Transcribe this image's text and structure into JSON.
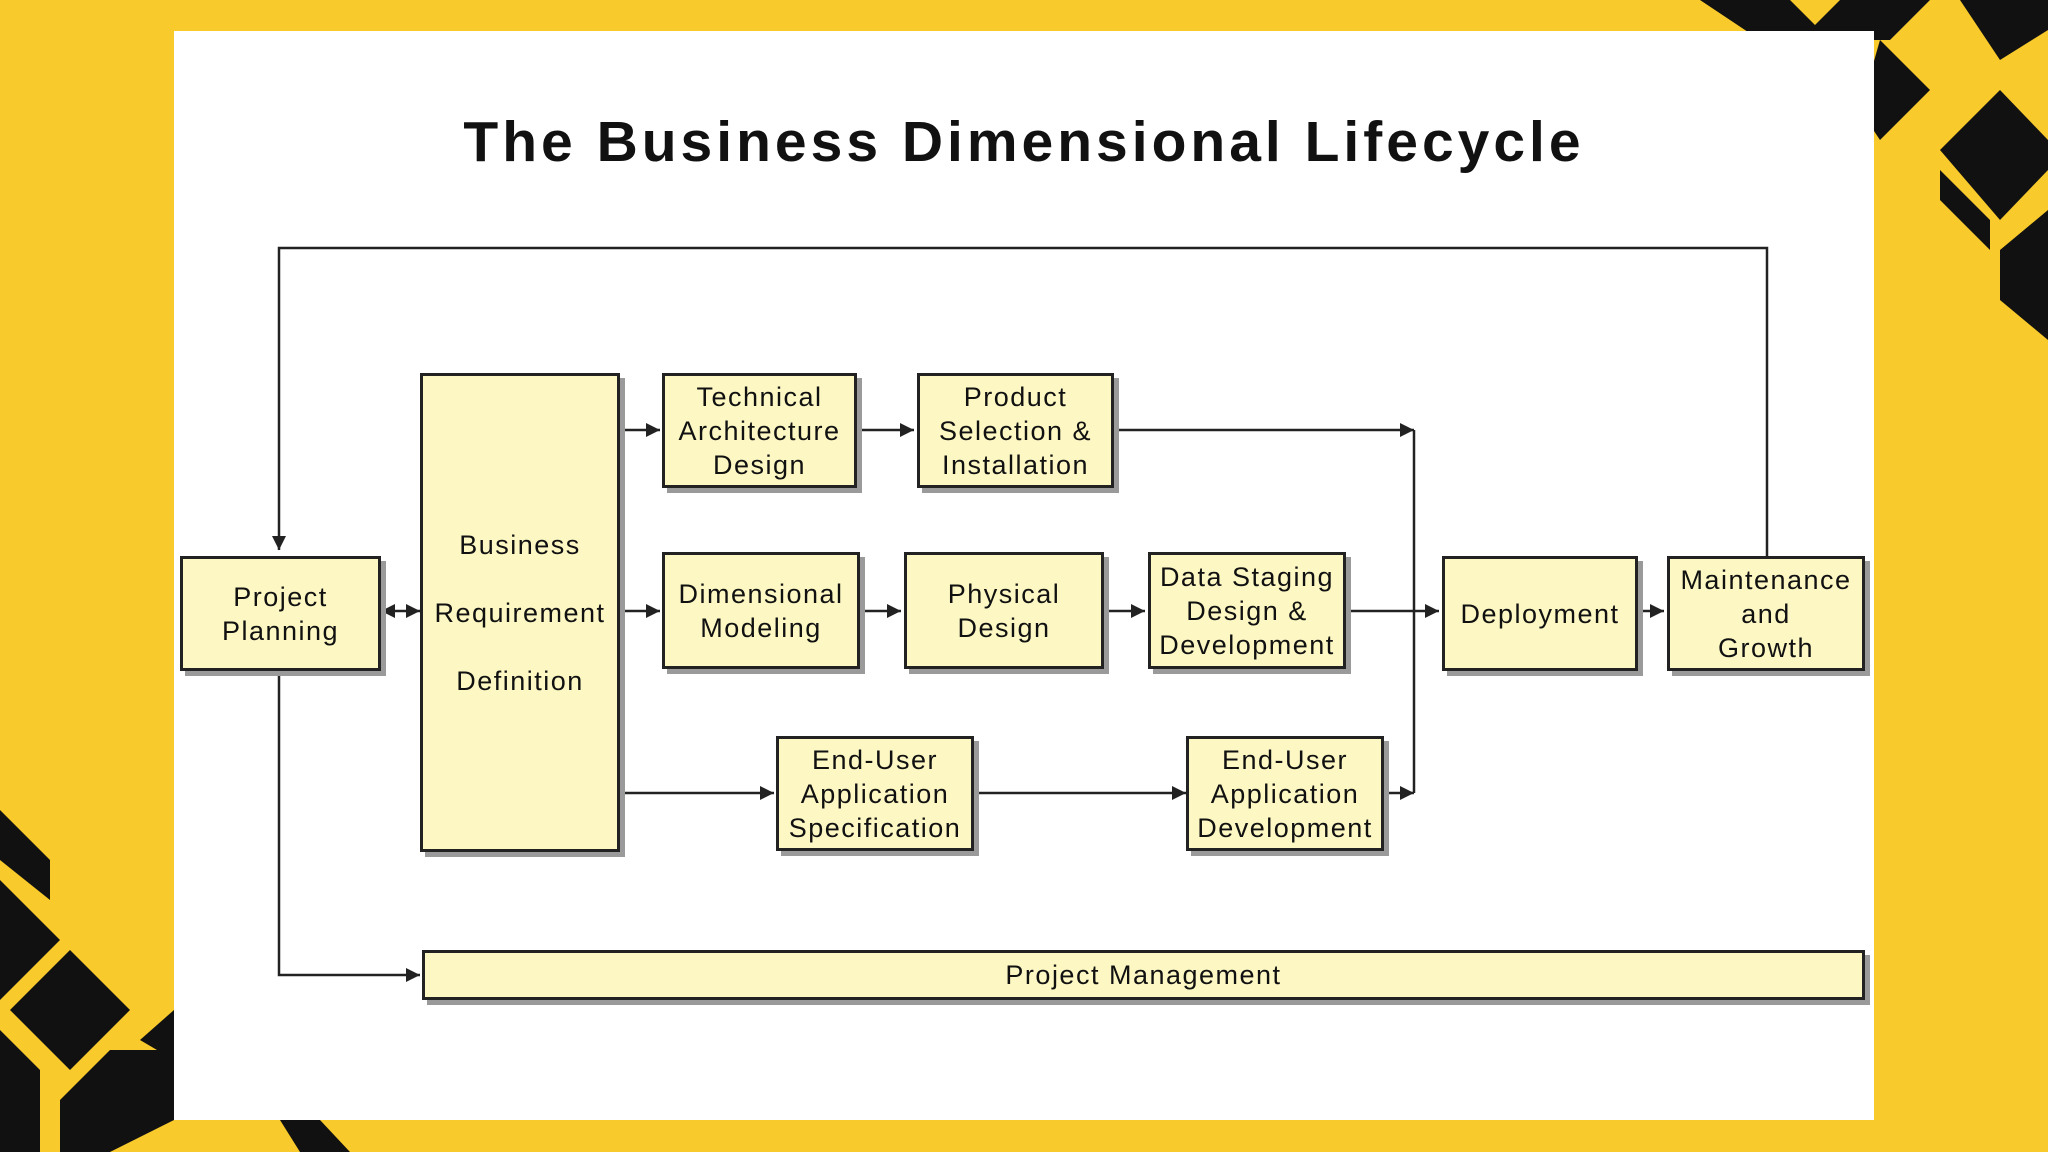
{
  "title": "The Business Dimensional Lifecycle",
  "boxes": {
    "project_planning": "Project\nPlanning",
    "business_requirement_definition": "Business\nRequirement\nDefinition",
    "technical_architecture_design": "Technical\nArchitecture\nDesign",
    "product_selection_installation": "Product\nSelection &\nInstallation",
    "dimensional_modeling": "Dimensional\nModeling",
    "physical_design": "Physical\nDesign",
    "data_staging": "Data Staging\nDesign &\nDevelopment",
    "end_user_app_spec": "End-User\nApplication\nSpecification",
    "end_user_app_dev": "End-User\nApplication\nDevelopment",
    "deployment": "Deployment",
    "maintenance_growth": "Maintenance\nand\nGrowth",
    "project_management": "Project Management"
  },
  "colors": {
    "background": "#f9ca2c",
    "card": "#ffffff",
    "box_fill": "#fcf7c3",
    "line": "#222222",
    "decoration": "#111111"
  }
}
